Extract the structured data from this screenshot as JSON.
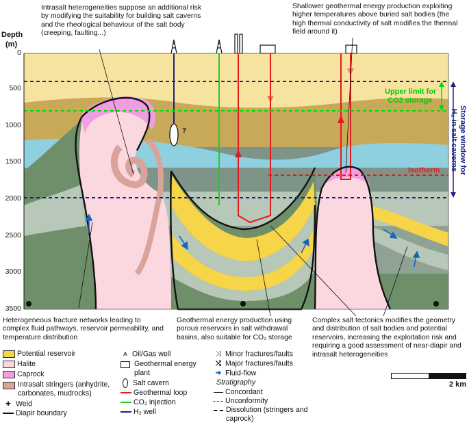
{
  "axis": {
    "title_line1": "Depth",
    "title_line2": "(m)",
    "ticks": [
      "0",
      "500",
      "1000",
      "1500",
      "2000",
      "2500",
      "3000",
      "3500"
    ]
  },
  "annotations": {
    "top_left": "Intrasalt heterogeneities suppose an additional risk by modifying the suitability for building salt caverns and the rheological behaviour of the salt body (creeping, faulting...)",
    "top_right": "Shallower geothermal energy production exploiting higher temperatures above buried salt bodies (the high thermal conductivity of salt modifies the thermal field around it)",
    "bottom_left": "Heterogeneous fracture networks leading to complex fluid pathways, reservoir permeability, and temperature distribution",
    "bottom_mid": "Geothermal energy production using porous reservoirs in salt withdrawal basins, also suitable for CO₂ storage",
    "bottom_right": "Complex salt tectonics modifies the geometry and distribution of salt bodies and potential reservoirs, increasing the exploitation risk and requiring a good assessment of near-diapir and intrasalt heterogeneities",
    "co2_limit_line1": "Upper limit for",
    "co2_limit_line2": "CO2 storage",
    "isotherm": "Isotherm",
    "storage_window_line1": "Storage window for",
    "storage_window_line2": "H₂ in salt caverns",
    "question": "?"
  },
  "legend": {
    "potential_reservoir": "Potential reservoir",
    "halite": "Halite",
    "caprock": "Caprock",
    "stringers": "Intrasalt stringers (anhydrite, carbonates, mudrocks)",
    "weld": "Weld",
    "diapir_boundary": "Diapir boundary",
    "oil_gas_well": "Oil/Gas well",
    "geothermal_plant": "Geothermal energy plant",
    "salt_cavern": "Salt cavern",
    "geothermal_loop": "Geothermal loop",
    "co2_injection": "CO₂ injection",
    "h2_well": "H₂ well",
    "minor_faults": "Minor fractures/faults",
    "major_faults": "Major fractures/faults",
    "fluid_flow": "Fluid-flow",
    "stratigraphy": "Stratigraphy",
    "concordant": "Concordant",
    "unconformity": "Unconformity",
    "dissolution": "Dissolution (stringers and caprock)"
  },
  "scale": {
    "label": "2 km"
  },
  "colors": {
    "reservoir": "#f7d548",
    "halite": "#fbd7df",
    "caprock": "#ef9fe0",
    "stringers": "#d9a39a",
    "top_layer": "#f7e3a0",
    "tan_layer": "#c8a95a",
    "blue_layer": "#8fd0e0",
    "dark_green": "#6f8f6b",
    "grey_green": "#b8c8b8",
    "slate": "#7f9488",
    "geothermal": "#e41a1c",
    "co2": "#22cc22",
    "h2": "#1a237e",
    "green_limit": "#00dd00"
  }
}
